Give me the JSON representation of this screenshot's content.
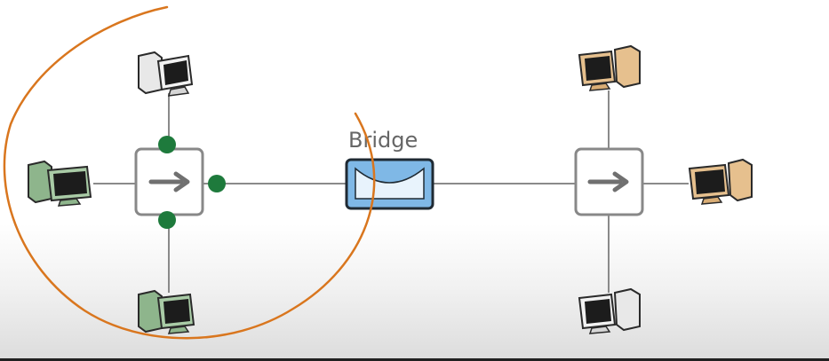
{
  "diagram": {
    "bridge_label": "Bridge",
    "nodes": [
      {
        "id": "pc-left-top",
        "type": "computer",
        "color": "white"
      },
      {
        "id": "pc-left-middle",
        "type": "computer",
        "color": "green"
      },
      {
        "id": "pc-left-bottom",
        "type": "computer",
        "color": "green"
      },
      {
        "id": "switch-left",
        "type": "switch"
      },
      {
        "id": "bridge",
        "type": "bridge"
      },
      {
        "id": "switch-right",
        "type": "switch"
      },
      {
        "id": "pc-right-top",
        "type": "computer",
        "color": "tan"
      },
      {
        "id": "pc-right-middle",
        "type": "computer",
        "color": "tan"
      },
      {
        "id": "pc-right-bottom",
        "type": "computer",
        "color": "white"
      }
    ],
    "links": [
      [
        "switch-left",
        "pc-left-top"
      ],
      [
        "switch-left",
        "pc-left-middle"
      ],
      [
        "switch-left",
        "pc-left-bottom"
      ],
      [
        "switch-left",
        "bridge"
      ],
      [
        "bridge",
        "switch-right"
      ],
      [
        "switch-right",
        "pc-right-top"
      ],
      [
        "switch-right",
        "pc-right-middle"
      ],
      [
        "switch-right",
        "pc-right-bottom"
      ]
    ],
    "annotation": {
      "type": "freehand-arc",
      "color": "#D9761E"
    },
    "port_indicator_color": "#1E7A3C",
    "bridge_color": "#7FB8E6"
  }
}
